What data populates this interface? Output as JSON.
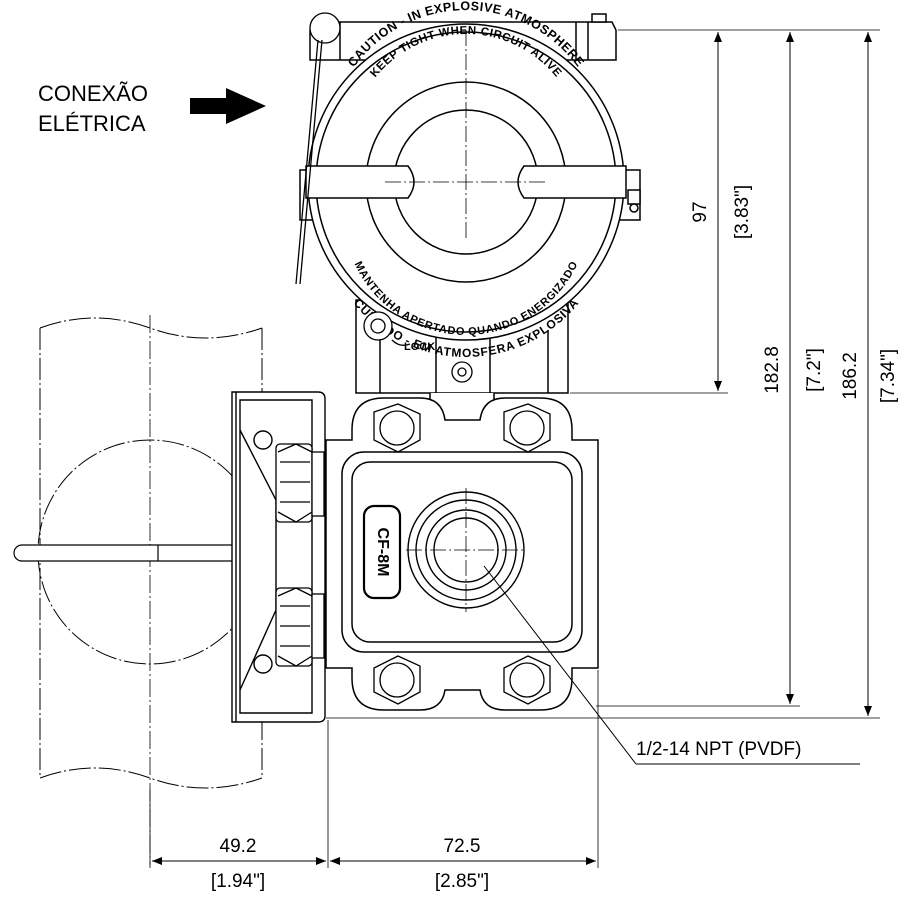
{
  "labels": {
    "connection_line1": "CONEXÃO",
    "connection_line2": "ELÉTRICA",
    "nameplate": "CF-8M",
    "lock": "LOCK",
    "npt": "1/2-14 NPT (PVDF)"
  },
  "cover_text": {
    "top_outer": "CAUTION - IN EXPLOSIVE ATMOSPHERE",
    "top_inner": "KEEP TIGHT WHEN CIRCUIT ALIVE",
    "bottom_outer": "CUIDADO - EM ATMOSFERA EXPLOSIVA",
    "bottom_inner": "MANTENHA APERTADO QUANDO ENERGIZADO"
  },
  "dimensions": {
    "d97": {
      "mm": "97",
      "in": "[3.83\"]"
    },
    "d182": {
      "mm": "182.8",
      "in": "[7.2\"]"
    },
    "d186": {
      "mm": "186.2",
      "in": "[7.34\"]"
    },
    "d49": {
      "mm": "49.2",
      "in": "[1.94\"]"
    },
    "d72": {
      "mm": "72.5",
      "in": "[2.85\"]"
    }
  },
  "colors": {
    "line": "#000000",
    "background": "#ffffff"
  }
}
